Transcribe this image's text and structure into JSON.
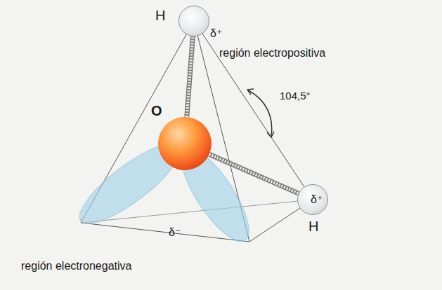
{
  "diagram": {
    "nodes": [
      {
        "text": [
          "H",
          "δ⁺"
        ]
      },
      {
        "text": [
          "O"
        ]
      },
      {
        "text": [
          "δ⁺",
          "H"
        ]
      }
    ],
    "edges": [
      {
        "from": 1,
        "to": 0,
        "arrow": "none"
      },
      {
        "from": 1,
        "to": 2,
        "arrow": "none"
      }
    ],
    "labels": [
      "región electropositiva",
      "104,5°",
      "δ⁻",
      "región electronegativa"
    ]
  }
}
